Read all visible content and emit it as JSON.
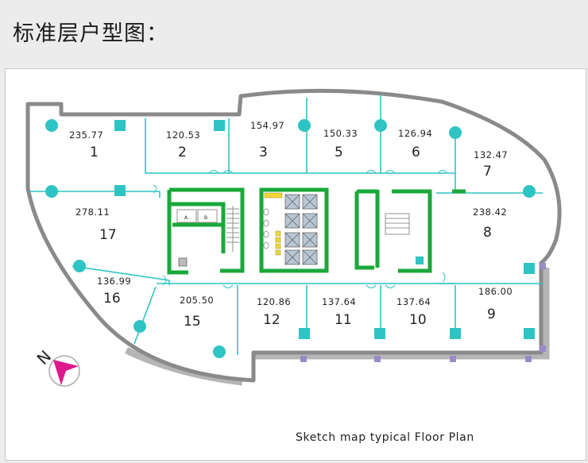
{
  "header": {
    "title": "标准层户型图："
  },
  "caption": "Sketch map typical Floor Plan",
  "compass": {
    "label": "N"
  },
  "lift_labels": [
    "A",
    "B"
  ],
  "units": [
    {
      "id": "1",
      "area": "235.77"
    },
    {
      "id": "2",
      "area": "120.53"
    },
    {
      "id": "3",
      "area": "154.97"
    },
    {
      "id": "5",
      "area": "150.33"
    },
    {
      "id": "6",
      "area": "126.94"
    },
    {
      "id": "7",
      "area": "132.47"
    },
    {
      "id": "8",
      "area": "238.42"
    },
    {
      "id": "9",
      "area": "186.00"
    },
    {
      "id": "10",
      "area": "137.64"
    },
    {
      "id": "11",
      "area": "137.64"
    },
    {
      "id": "12",
      "area": "120.86"
    },
    {
      "id": "15",
      "area": "205.50"
    },
    {
      "id": "16",
      "area": "136.99"
    },
    {
      "id": "17",
      "area": "278.11"
    }
  ],
  "colors": {
    "wall": "#8a8a8a",
    "core_wall": "#1aa83a",
    "column": "#2ec4c4",
    "compass_arrow": "#e0198c",
    "facade_shadow": "#b5b5b5",
    "partition": "#2ec4c4"
  }
}
